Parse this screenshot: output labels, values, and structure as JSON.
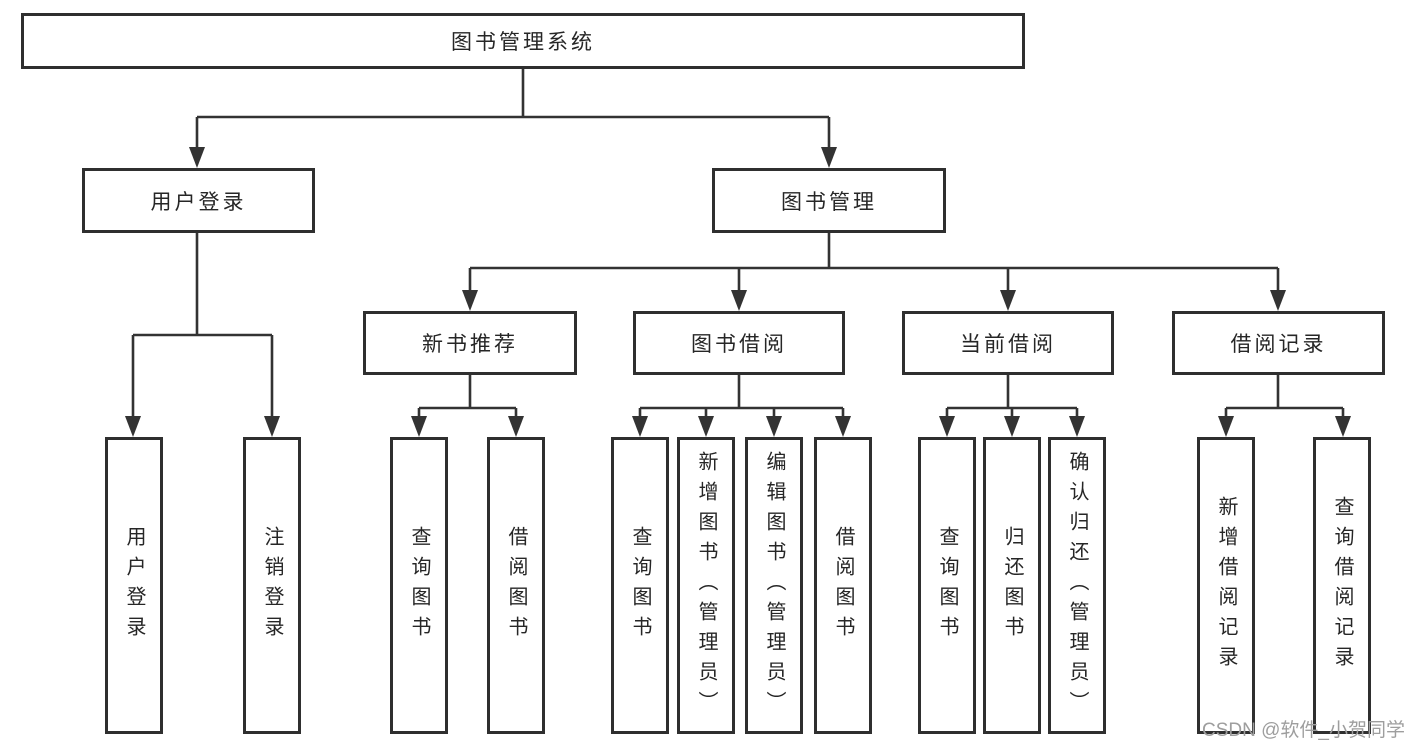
{
  "diagram": {
    "root": "图书管理系统",
    "l2": [
      "用户登录",
      "图书管理"
    ],
    "l3": [
      "新书推荐",
      "图书借阅",
      "当前借阅",
      "借阅记录"
    ],
    "g1": [
      "用户登录",
      "注销登录"
    ],
    "g2": [
      "查询图书",
      "借阅图书"
    ],
    "g3": [
      "查询图书",
      "新增图书（管理员）",
      "编辑图书（管理员）",
      "借阅图书"
    ],
    "g4": [
      "查询图书",
      "归还图书",
      "确认归还（管理员）"
    ],
    "g5": [
      "新增借阅记录",
      "查询借阅记录"
    ]
  },
  "watermark": "CSDN @软件_小贺同学",
  "colors": {
    "line": "#333333",
    "border": "#2f2f2f",
    "text": "#262626",
    "watermark": "#9e9e9e",
    "background": "#ffffff"
  }
}
